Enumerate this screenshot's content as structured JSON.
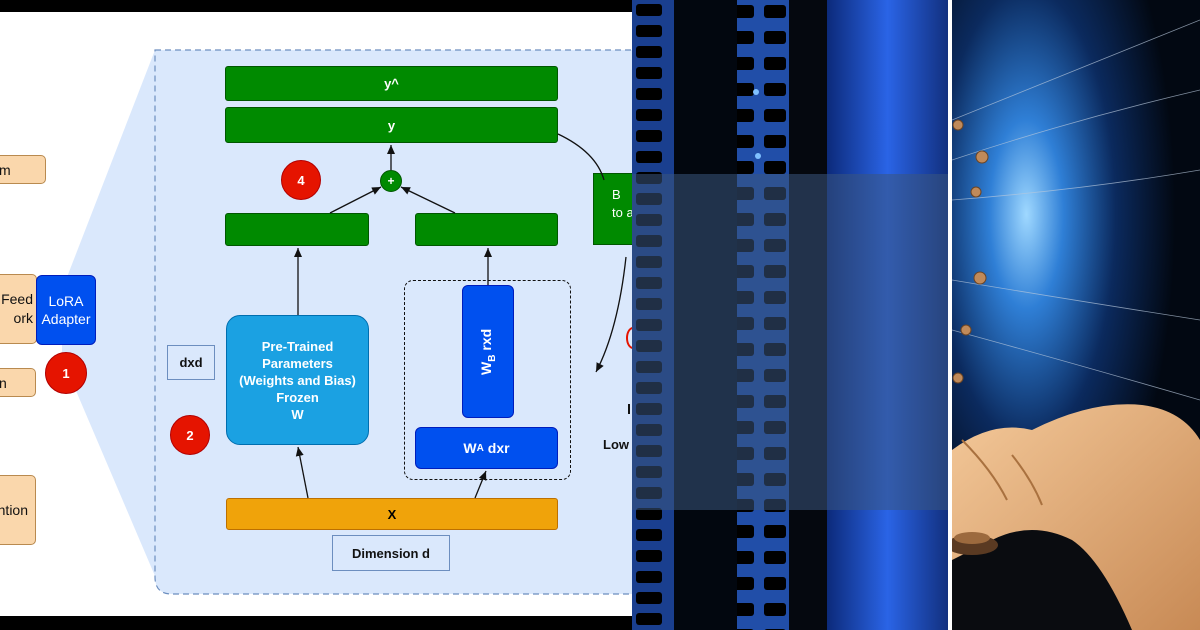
{
  "diagram": {
    "left_stack": {
      "norm_top": "m",
      "feed_forward": "Feed\nork",
      "norm_bottom": "n",
      "attention": "ntion",
      "lora_adapter": "LoRA\nAdapter",
      "badge_1": "1"
    },
    "output": {
      "y_hat": "y^",
      "y": "y",
      "plus": "+"
    },
    "frozen": {
      "label": "Pre-Trained\nParameters\n(Weights and Bias)\nFrozen\nW",
      "dim_label": "dxd",
      "badge_2": "2"
    },
    "low_rank": {
      "wb_label": "W",
      "wb_sub": "B",
      "wb_dim": "rxd",
      "wa_label": "W",
      "wa_sub": "A",
      "wa_dim": "dxr"
    },
    "input": {
      "x": "X",
      "dimension": "Dimension d"
    },
    "badge_4": "4",
    "right_partial": {
      "box_text": "B\nto a",
      "low_text": "Low"
    }
  },
  "colors": {
    "green": "#008a00",
    "blue": "#0050ef",
    "light_blue": "#1ba1e2",
    "orange": "#f0a30a",
    "peach": "#fad7ac",
    "red": "#e51400",
    "panel_bg": "#dae8fc"
  }
}
